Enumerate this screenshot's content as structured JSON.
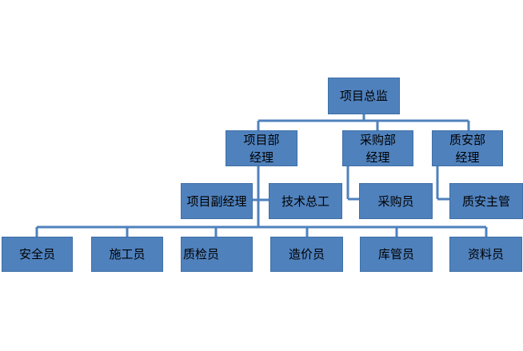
{
  "chart": {
    "root": "项目总监",
    "managers": [
      {
        "line1": "项目部",
        "line2": "经理"
      },
      {
        "line1": "采购部",
        "line2": "经理"
      },
      {
        "line1": "质安部",
        "line2": "经理"
      }
    ],
    "deputies": [
      "项目副经理",
      "技术总工"
    ],
    "purchase_staff": "采购员",
    "qs_staff": "质安主管",
    "staff": [
      "安全员",
      "施工员",
      "质检员",
      "造价员",
      "库管员",
      "资料员"
    ]
  }
}
